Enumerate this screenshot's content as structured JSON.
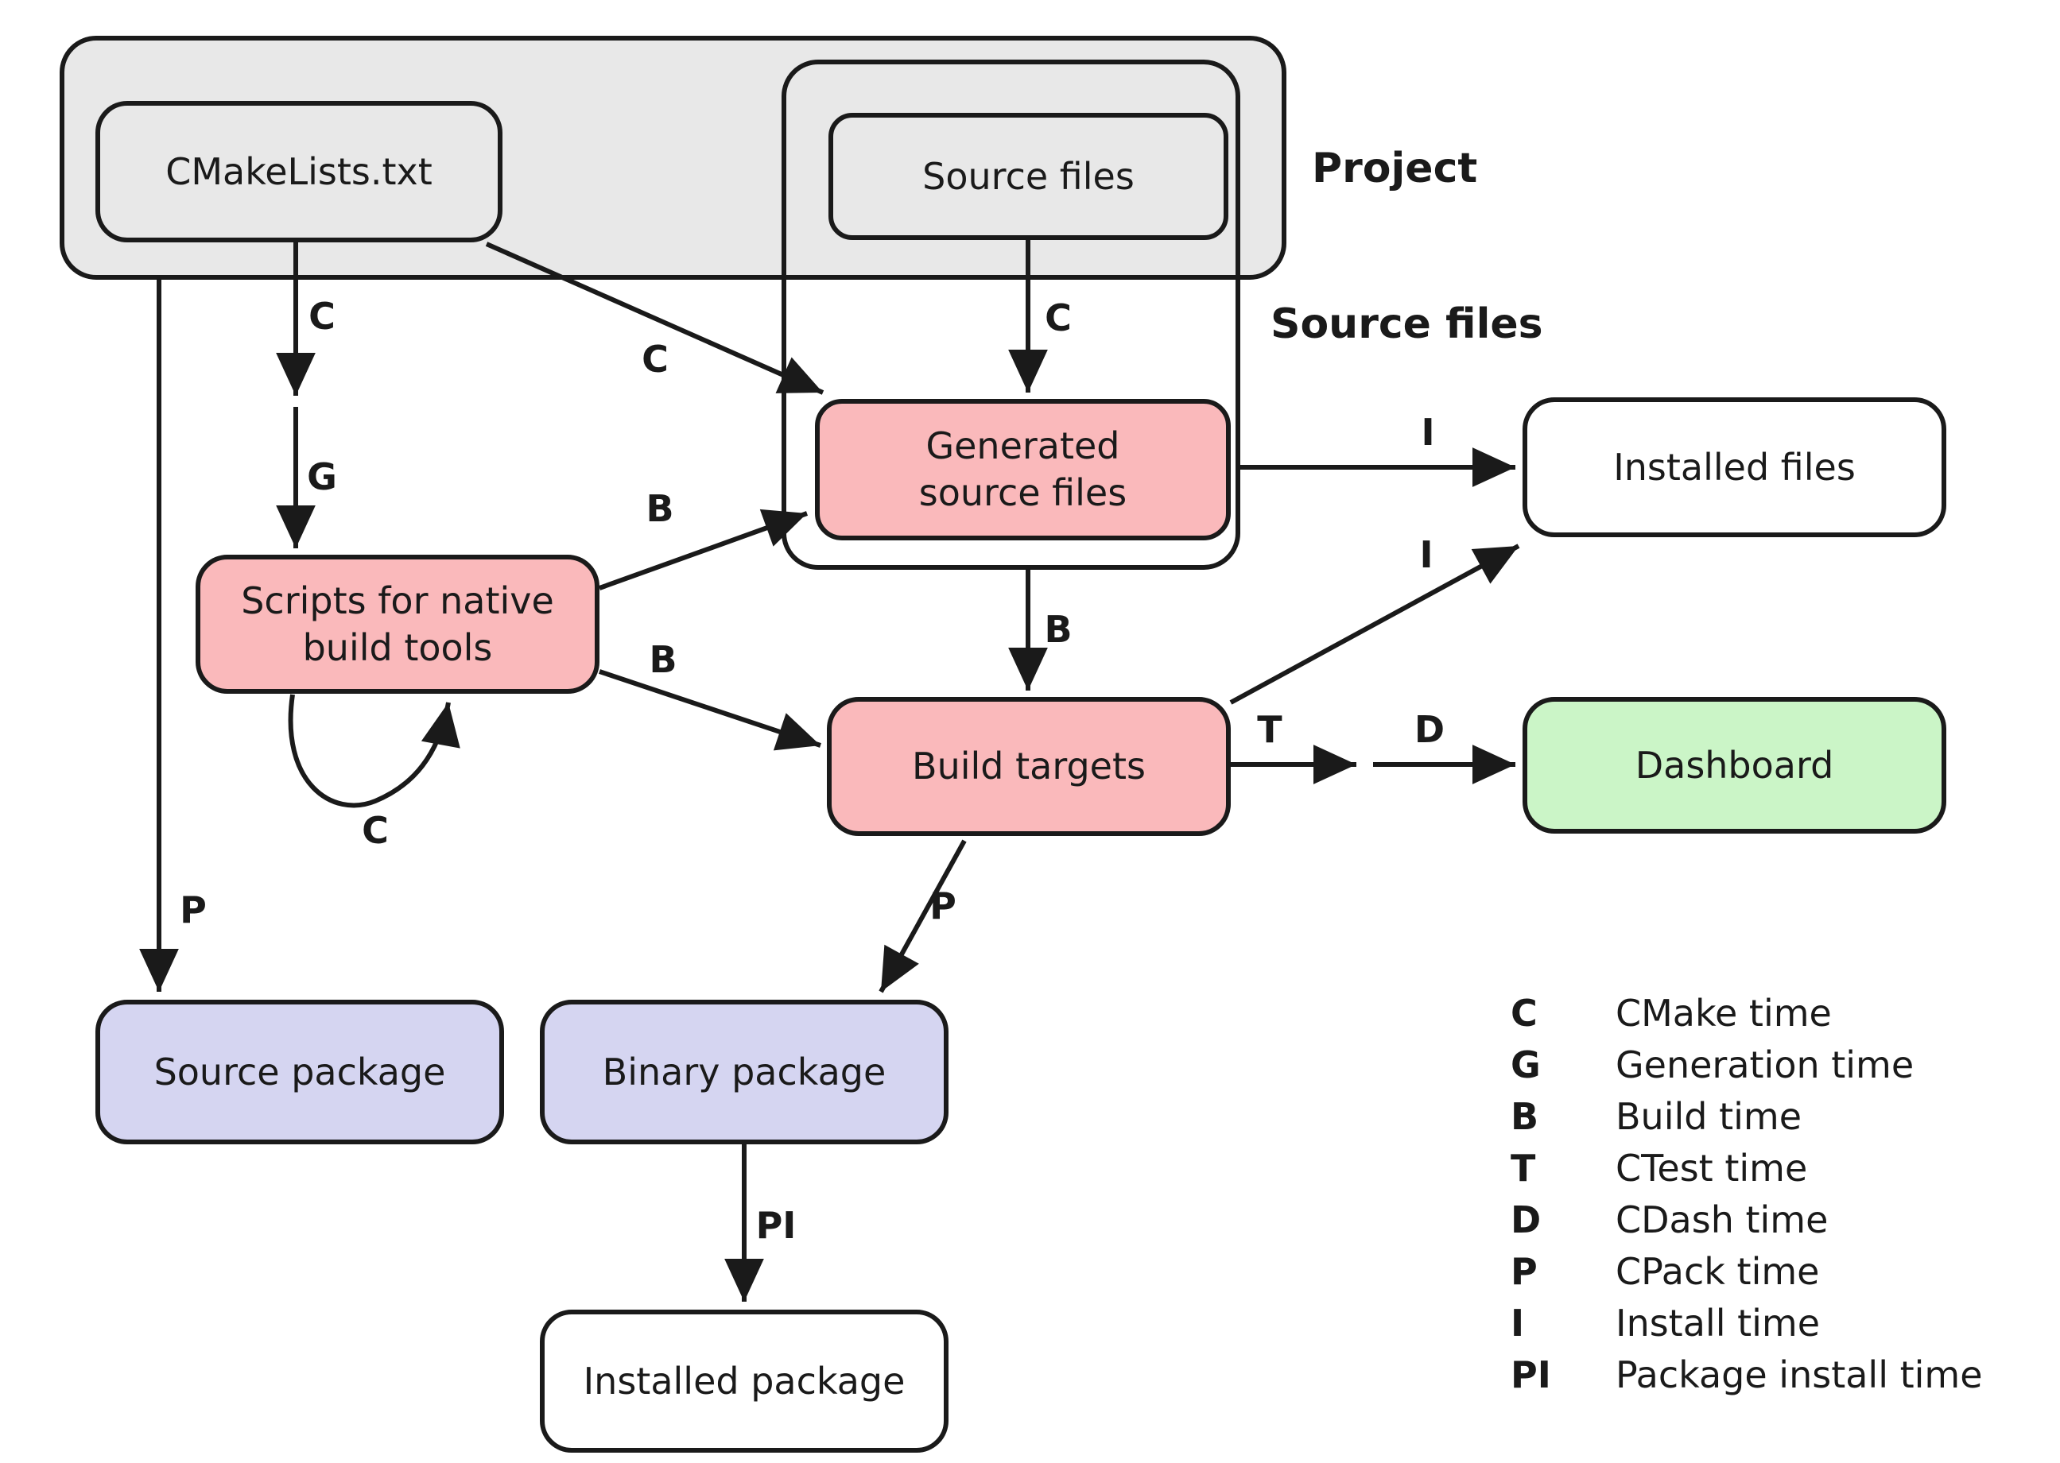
{
  "diagram": {
    "region_labels": {
      "project": "Project",
      "source_files": "Source files"
    },
    "nodes": {
      "cmakelists": {
        "label": "CMakeLists.txt",
        "fill": "#e8e8e8"
      },
      "source_files_box": {
        "label": "Source files",
        "fill": "#e8e8e8"
      },
      "generated_sources": {
        "label": "Generated\nsource files",
        "fill": "#fab9bb"
      },
      "installed_files": {
        "label": "Installed files",
        "fill": "#ffffff"
      },
      "scripts_native": {
        "label": "Scripts for native\nbuild tools",
        "fill": "#fab9bb"
      },
      "build_targets": {
        "label": "Build targets",
        "fill": "#fab9bb"
      },
      "dashboard": {
        "label": "Dashboard",
        "fill": "#cbf5c7"
      },
      "source_package": {
        "label": "Source package",
        "fill": "#d5d5f1"
      },
      "binary_package": {
        "label": "Binary package",
        "fill": "#d5d5f1"
      },
      "installed_package": {
        "label": "Installed package",
        "fill": "#ffffff"
      }
    },
    "containers": {
      "project_fill": "#e8e8e8",
      "border_color": "#1a1a1a"
    },
    "edge_labels": {
      "c1": "C",
      "g": "G",
      "c2": "C",
      "c3": "C",
      "b1": "B",
      "b2": "B",
      "b3": "B",
      "i1": "I",
      "i2": "I",
      "t": "T",
      "d": "D",
      "p1": "P",
      "p2": "P",
      "pi": "PI",
      "c_loop": "C"
    },
    "legend": {
      "items": [
        {
          "letter": "C",
          "text": "CMake time"
        },
        {
          "letter": "G",
          "text": "Generation time"
        },
        {
          "letter": "B",
          "text": "Build time"
        },
        {
          "letter": "T",
          "text": "CTest time"
        },
        {
          "letter": "D",
          "text": "CDash time"
        },
        {
          "letter": "P",
          "text": "CPack time"
        },
        {
          "letter": "I",
          "text": "Install time"
        },
        {
          "letter": "PI",
          "text": "Package install time"
        }
      ]
    }
  }
}
